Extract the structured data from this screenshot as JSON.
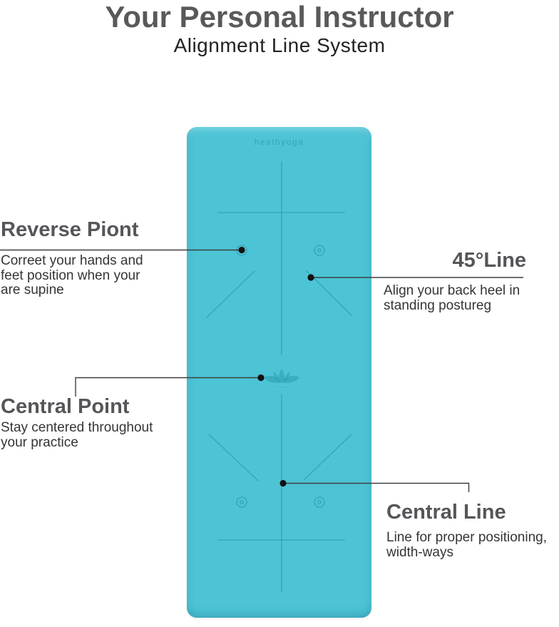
{
  "header": {
    "title": "Your Personal Instructor",
    "subtitle": "Alignment Line System"
  },
  "mat": {
    "brand": "heathyoga"
  },
  "callouts": {
    "reverse_point": {
      "title": "Reverse Piont",
      "body": "Correet your hands and feet position when your are supine"
    },
    "line_45": {
      "title": "45°Line",
      "body": "Align your back heel in standing postureg"
    },
    "central_point": {
      "title": "Central Point",
      "body": "Stay centered throughout your practice"
    },
    "central_line": {
      "title": "Central Line",
      "body": "Line for proper positioning, width-ways"
    }
  },
  "colors": {
    "mat": "#4cc4d6",
    "mat_lines": "#1a7f94",
    "leader_line": "#3f3f3f",
    "anchor_dot": "#111111",
    "title_text": "#58595b",
    "body_text": "#353535"
  },
  "icons": {
    "lotus": "lotus-icon",
    "target_circles": "target-circle-icon",
    "anchor_dots": "anchor-dot-icon"
  }
}
